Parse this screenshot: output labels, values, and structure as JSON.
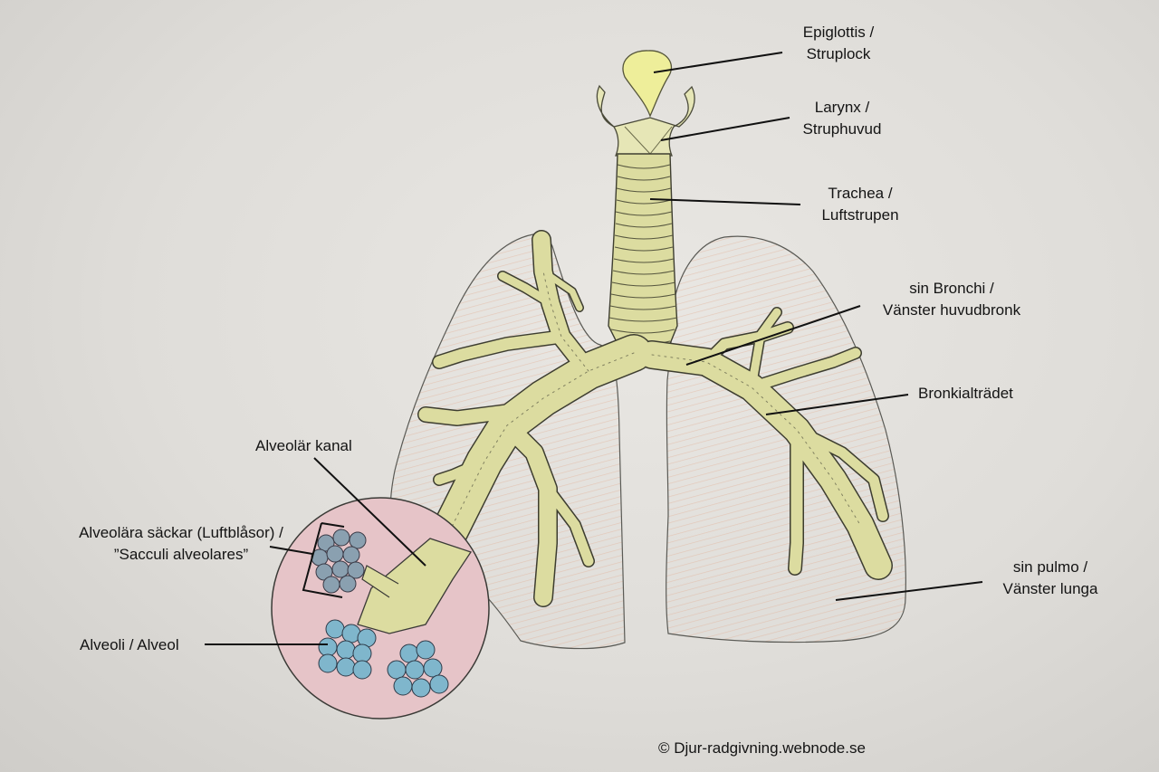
{
  "labels": {
    "epiglottis": [
      "Epiglottis /",
      "Struplock"
    ],
    "larynx": [
      "Larynx /",
      "Struphuvud"
    ],
    "trachea": [
      "Trachea /",
      "Luftstrupen"
    ],
    "bronchi": [
      "sin Bronchi /",
      "Vänster huvudbronk"
    ],
    "bronchial_tree": "Bronkialträdet",
    "lung": [
      "sin pulmo /",
      "Vänster lunga"
    ],
    "alveolar_duct": "Alveolär kanal",
    "alveolar_sacs": [
      "Alveolära säckar (Luftblåsor) /",
      "”Sacculi alveolares”"
    ],
    "alveoli": "Alveoli / Alveol"
  },
  "credit": "© Djur-radgivning.webnode.se",
  "colors": {
    "paper": "#e2e0dc",
    "pencil": "#3a3a36",
    "airway_fill": "#dcdca0",
    "lung_shading": "#e8b49a",
    "alveoli": "#7fb6cc",
    "inset_fill": "#e6c4c8"
  }
}
